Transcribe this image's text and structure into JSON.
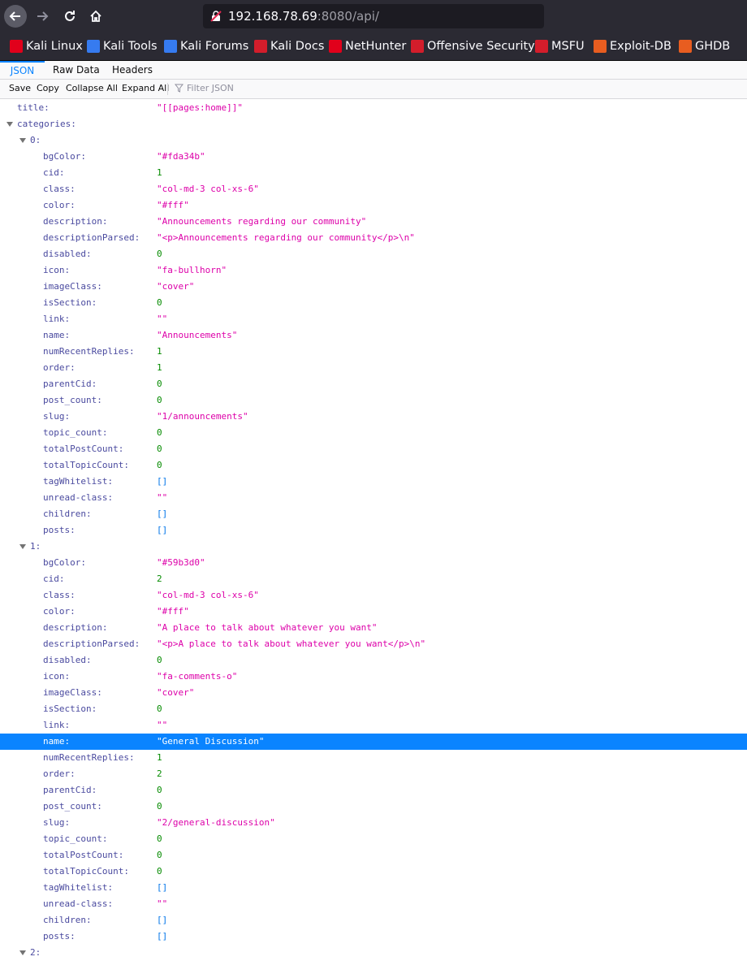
{
  "browser": {
    "url_host": "192.168.78.69",
    "url_rest": ":8080/api/",
    "bookmarks": [
      {
        "label": "Kali Linux",
        "icon": "kali-icon",
        "color": "#e1001b"
      },
      {
        "label": "Kali Tools",
        "icon": "kali-tools-icon",
        "color": "#367bf0"
      },
      {
        "label": "Kali Forums",
        "icon": "kali-forums-icon",
        "color": "#367bf0"
      },
      {
        "label": "Kali Docs",
        "icon": "kali-docs-icon",
        "color": "#d31d2b"
      },
      {
        "label": "NetHunter",
        "icon": "nethunter-icon",
        "color": "#e1001b"
      },
      {
        "label": "Offensive Security",
        "icon": "offsec-icon",
        "color": "#d31d2b"
      },
      {
        "label": "MSFU",
        "icon": "msfu-icon",
        "color": "#d31d2b"
      },
      {
        "label": "Exploit-DB",
        "icon": "exploitdb-icon",
        "color": "#e85d20"
      },
      {
        "label": "GHDB",
        "icon": "ghdb-icon",
        "color": "#e85d20"
      }
    ]
  },
  "viewer": {
    "tabs": [
      "JSON",
      "Raw Data",
      "Headers"
    ],
    "actions": [
      "Save",
      "Copy",
      "Collapse All",
      "Expand All"
    ],
    "filter_placeholder": "Filter JSON"
  },
  "rows": [
    {
      "d": 0,
      "k": "title:",
      "v": "\"[[pages:home]]\"",
      "t": "str"
    },
    {
      "d": 0,
      "k": "categories:",
      "v": "",
      "t": "obj",
      "open": true
    },
    {
      "d": 1,
      "k": "0:",
      "v": "",
      "t": "obj",
      "open": true
    },
    {
      "d": 2,
      "k": "bgColor:",
      "v": "\"#fda34b\"",
      "t": "str"
    },
    {
      "d": 2,
      "k": "cid:",
      "v": "1",
      "t": "num"
    },
    {
      "d": 2,
      "k": "class:",
      "v": "\"col-md-3 col-xs-6\"",
      "t": "str"
    },
    {
      "d": 2,
      "k": "color:",
      "v": "\"#fff\"",
      "t": "str"
    },
    {
      "d": 2,
      "k": "description:",
      "v": "\"Announcements regarding our community\"",
      "t": "str"
    },
    {
      "d": 2,
      "k": "descriptionParsed:",
      "v": "\"<p>Announcements regarding our community</p>\\n\"",
      "t": "str"
    },
    {
      "d": 2,
      "k": "disabled:",
      "v": "0",
      "t": "num"
    },
    {
      "d": 2,
      "k": "icon:",
      "v": "\"fa-bullhorn\"",
      "t": "str"
    },
    {
      "d": 2,
      "k": "imageClass:",
      "v": "\"cover\"",
      "t": "str"
    },
    {
      "d": 2,
      "k": "isSection:",
      "v": "0",
      "t": "num"
    },
    {
      "d": 2,
      "k": "link:",
      "v": "\"\"",
      "t": "str"
    },
    {
      "d": 2,
      "k": "name:",
      "v": "\"Announcements\"",
      "t": "str"
    },
    {
      "d": 2,
      "k": "numRecentReplies:",
      "v": "1",
      "t": "num"
    },
    {
      "d": 2,
      "k": "order:",
      "v": "1",
      "t": "num"
    },
    {
      "d": 2,
      "k": "parentCid:",
      "v": "0",
      "t": "num"
    },
    {
      "d": 2,
      "k": "post_count:",
      "v": "0",
      "t": "num"
    },
    {
      "d": 2,
      "k": "slug:",
      "v": "\"1/announcements\"",
      "t": "str"
    },
    {
      "d": 2,
      "k": "topic_count:",
      "v": "0",
      "t": "num"
    },
    {
      "d": 2,
      "k": "totalPostCount:",
      "v": "0",
      "t": "num"
    },
    {
      "d": 2,
      "k": "totalTopicCount:",
      "v": "0",
      "t": "num"
    },
    {
      "d": 2,
      "k": "tagWhitelist:",
      "v": "[]",
      "t": "arr"
    },
    {
      "d": 2,
      "k": "unread-class:",
      "v": "\"\"",
      "t": "str"
    },
    {
      "d": 2,
      "k": "children:",
      "v": "[]",
      "t": "arr"
    },
    {
      "d": 2,
      "k": "posts:",
      "v": "[]",
      "t": "arr"
    },
    {
      "d": 1,
      "k": "1:",
      "v": "",
      "t": "obj",
      "open": true
    },
    {
      "d": 2,
      "k": "bgColor:",
      "v": "\"#59b3d0\"",
      "t": "str"
    },
    {
      "d": 2,
      "k": "cid:",
      "v": "2",
      "t": "num"
    },
    {
      "d": 2,
      "k": "class:",
      "v": "\"col-md-3 col-xs-6\"",
      "t": "str"
    },
    {
      "d": 2,
      "k": "color:",
      "v": "\"#fff\"",
      "t": "str"
    },
    {
      "d": 2,
      "k": "description:",
      "v": "\"A place to talk about whatever you want\"",
      "t": "str"
    },
    {
      "d": 2,
      "k": "descriptionParsed:",
      "v": "\"<p>A place to talk about whatever you want</p>\\n\"",
      "t": "str"
    },
    {
      "d": 2,
      "k": "disabled:",
      "v": "0",
      "t": "num"
    },
    {
      "d": 2,
      "k": "icon:",
      "v": "\"fa-comments-o\"",
      "t": "str"
    },
    {
      "d": 2,
      "k": "imageClass:",
      "v": "\"cover\"",
      "t": "str"
    },
    {
      "d": 2,
      "k": "isSection:",
      "v": "0",
      "t": "num"
    },
    {
      "d": 2,
      "k": "link:",
      "v": "\"\"",
      "t": "str"
    },
    {
      "d": 2,
      "k": "name:",
      "v": "\"General Discussion\"",
      "t": "str",
      "selected": true
    },
    {
      "d": 2,
      "k": "numRecentReplies:",
      "v": "1",
      "t": "num"
    },
    {
      "d": 2,
      "k": "order:",
      "v": "2",
      "t": "num"
    },
    {
      "d": 2,
      "k": "parentCid:",
      "v": "0",
      "t": "num"
    },
    {
      "d": 2,
      "k": "post_count:",
      "v": "0",
      "t": "num"
    },
    {
      "d": 2,
      "k": "slug:",
      "v": "\"2/general-discussion\"",
      "t": "str"
    },
    {
      "d": 2,
      "k": "topic_count:",
      "v": "0",
      "t": "num"
    },
    {
      "d": 2,
      "k": "totalPostCount:",
      "v": "0",
      "t": "num"
    },
    {
      "d": 2,
      "k": "totalTopicCount:",
      "v": "0",
      "t": "num"
    },
    {
      "d": 2,
      "k": "tagWhitelist:",
      "v": "[]",
      "t": "arr"
    },
    {
      "d": 2,
      "k": "unread-class:",
      "v": "\"\"",
      "t": "str"
    },
    {
      "d": 2,
      "k": "children:",
      "v": "[]",
      "t": "arr"
    },
    {
      "d": 2,
      "k": "posts:",
      "v": "[]",
      "t": "arr"
    },
    {
      "d": 1,
      "k": "2:",
      "v": "",
      "t": "obj",
      "open": true
    }
  ]
}
